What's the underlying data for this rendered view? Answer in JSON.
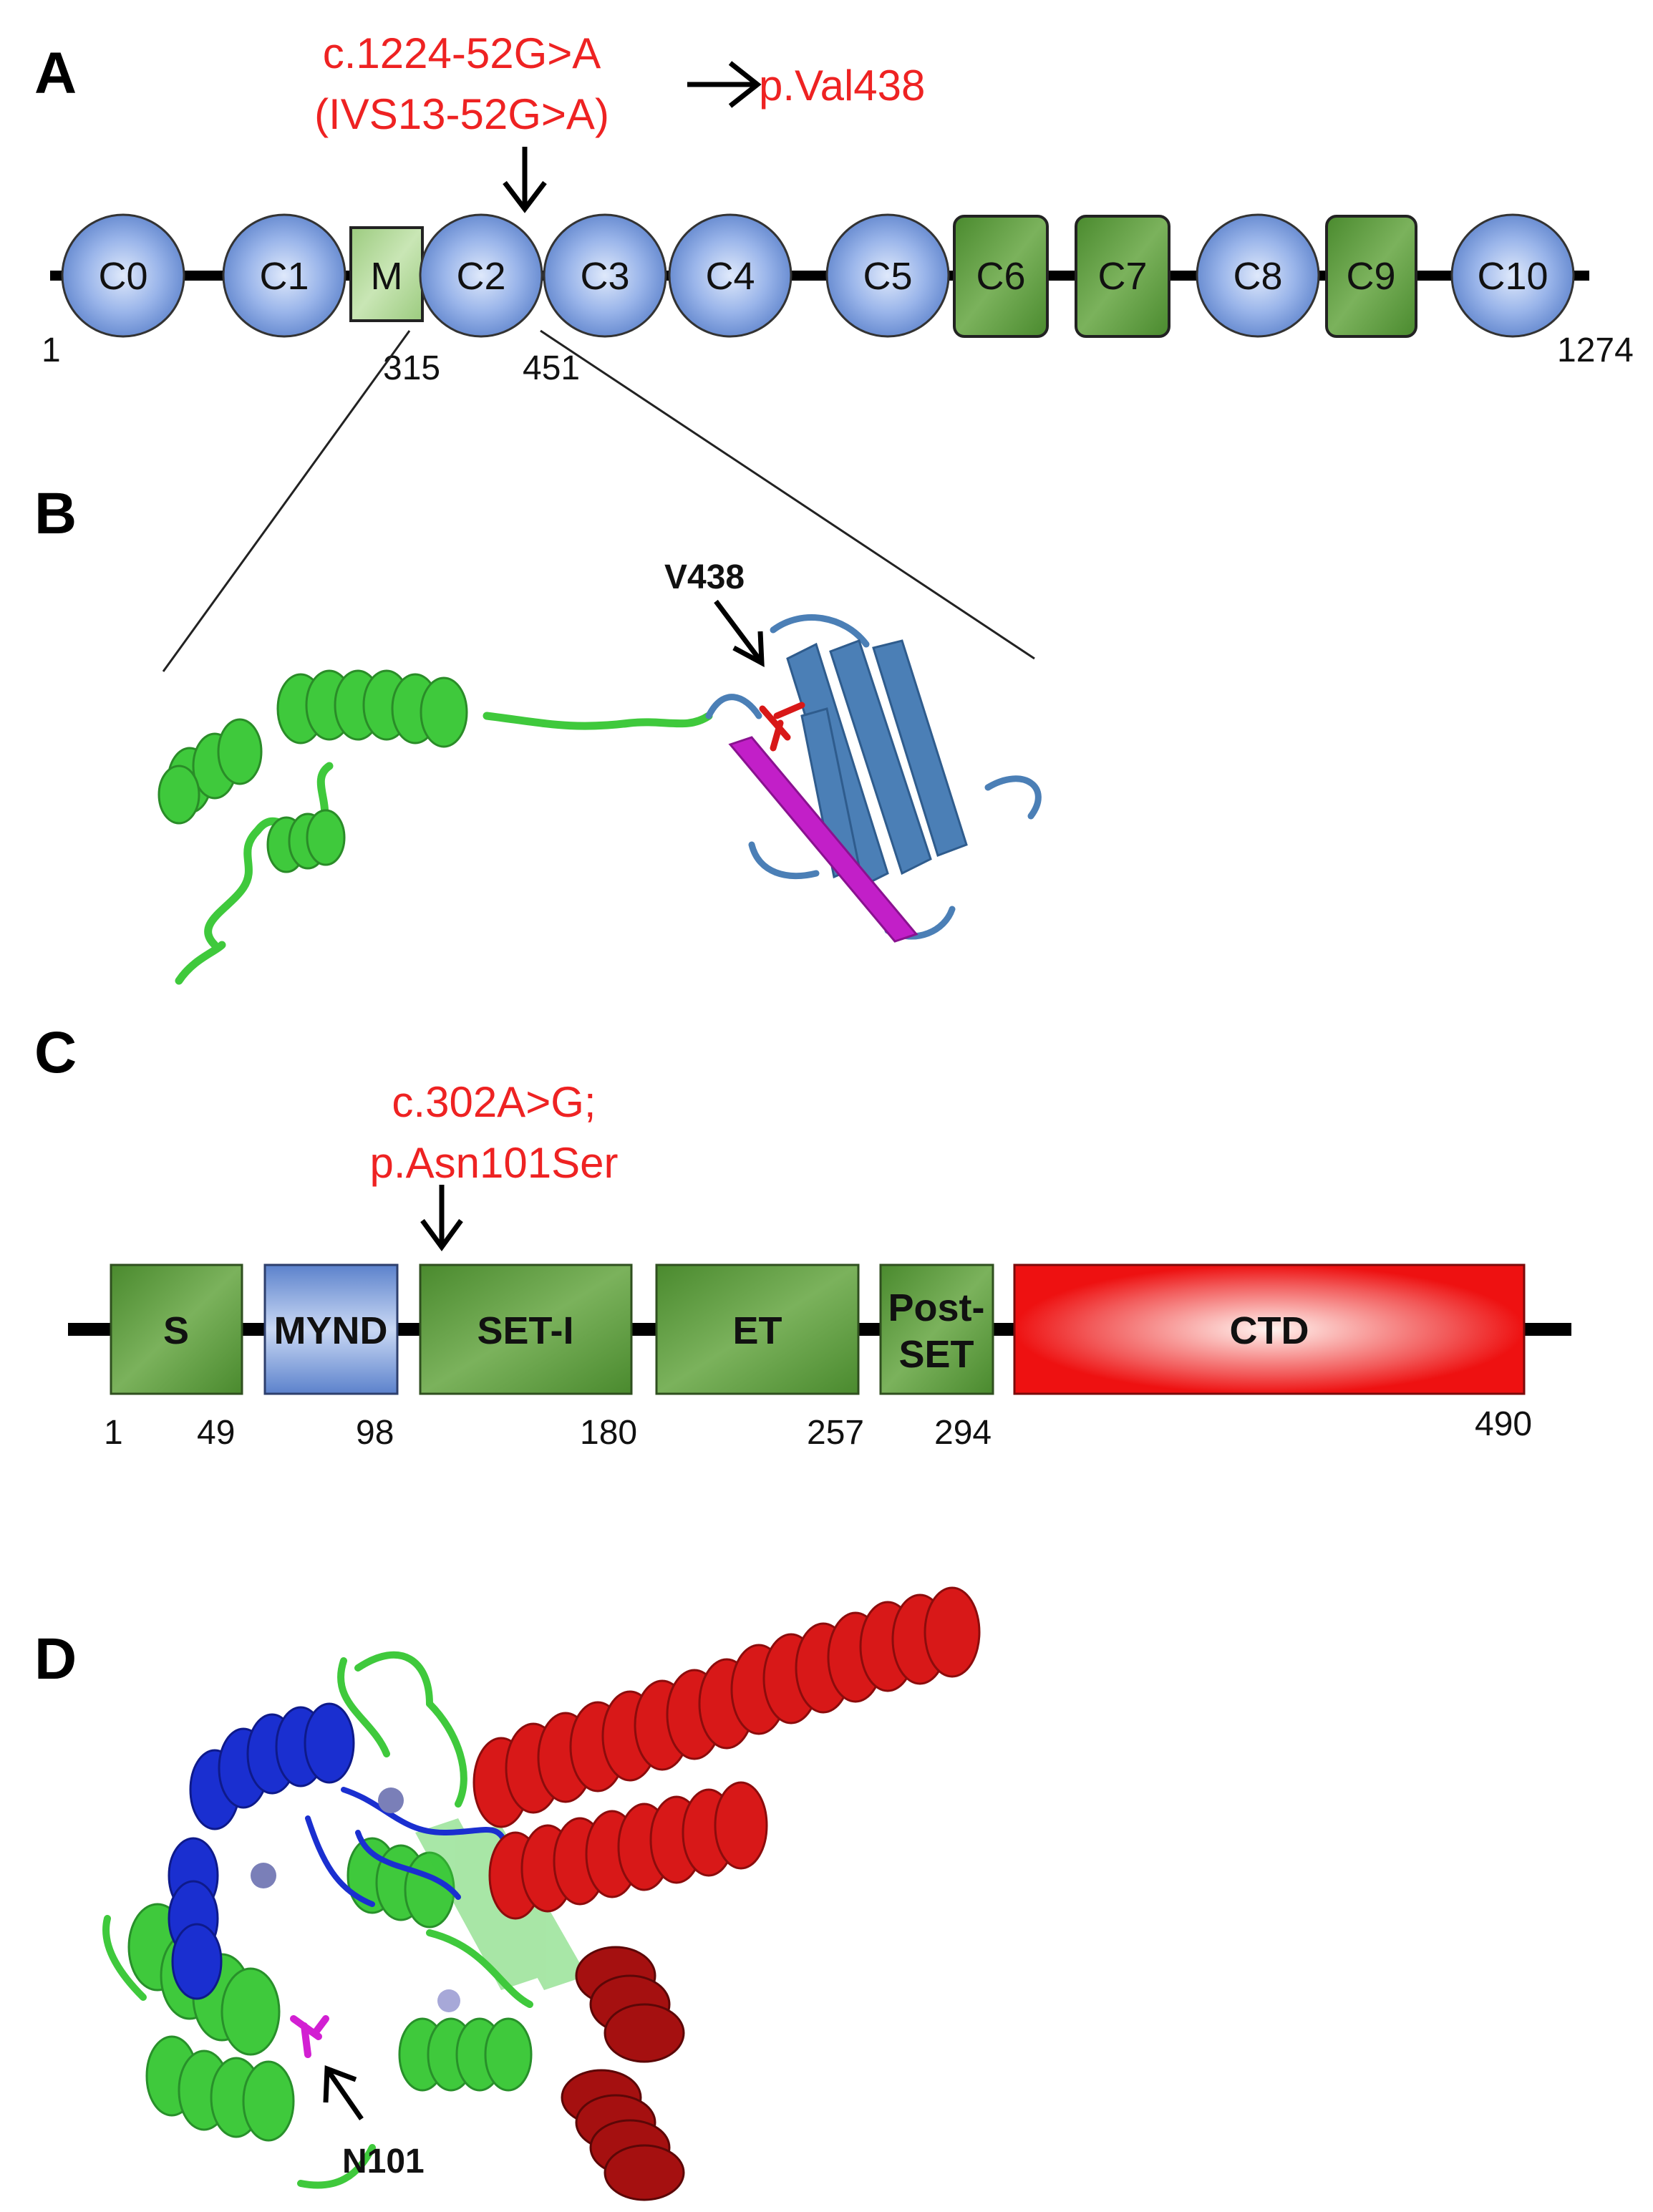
{
  "panels": {
    "a": "A",
    "b": "B",
    "c": "C",
    "d": "D"
  },
  "panel_a": {
    "mutation_line1": "c.1224-52G>A",
    "mutation_line2": "(IVS13-52G>A)",
    "protein_effect": "p.Val438",
    "domains": [
      {
        "label": "C0",
        "shape": "circle"
      },
      {
        "label": "C1",
        "shape": "circle"
      },
      {
        "label": "M",
        "shape": "box-light"
      },
      {
        "label": "C2",
        "shape": "circle"
      },
      {
        "label": "C3",
        "shape": "circle"
      },
      {
        "label": "C4",
        "shape": "circle"
      },
      {
        "label": "C5",
        "shape": "circle"
      },
      {
        "label": "C6",
        "shape": "box"
      },
      {
        "label": "C7",
        "shape": "box"
      },
      {
        "label": "C8",
        "shape": "circle"
      },
      {
        "label": "C9",
        "shape": "box"
      },
      {
        "label": "C10",
        "shape": "circle"
      }
    ],
    "positions": [
      "1",
      "315",
      "451",
      "1274"
    ]
  },
  "panel_b": {
    "residue_label": "V438"
  },
  "panel_c": {
    "mutation_line1": "c.302A>G;",
    "mutation_line2": "p.Asn101Ser",
    "domains": [
      {
        "label": "S",
        "color": "green"
      },
      {
        "label": "MYND",
        "color": "blue"
      },
      {
        "label": "SET-I",
        "color": "green"
      },
      {
        "label": "ET",
        "color": "green"
      },
      {
        "label": "Post-SET",
        "label_line1": "Post-",
        "label_line2": "SET",
        "color": "green"
      },
      {
        "label": "CTD",
        "color": "red"
      }
    ],
    "positions": [
      "1",
      "49",
      "98",
      "180",
      "257",
      "294",
      "490"
    ]
  },
  "panel_d": {
    "residue_label": "N101"
  },
  "colors": {
    "mutation_red": "#ee2222",
    "domain_blue": "#6f93d6",
    "domain_green": "#5e9a3c",
    "domain_light_green": "#a6d08a",
    "ctd_red": "#ee1111",
    "helix_green": "#3fc93c",
    "strand_blue": "#4b7fb6",
    "strand_magenta": "#c21fc8",
    "helix_blue": "#1a2fd0",
    "helix_red": "#d81818",
    "helix_dark_red": "#a51010"
  }
}
